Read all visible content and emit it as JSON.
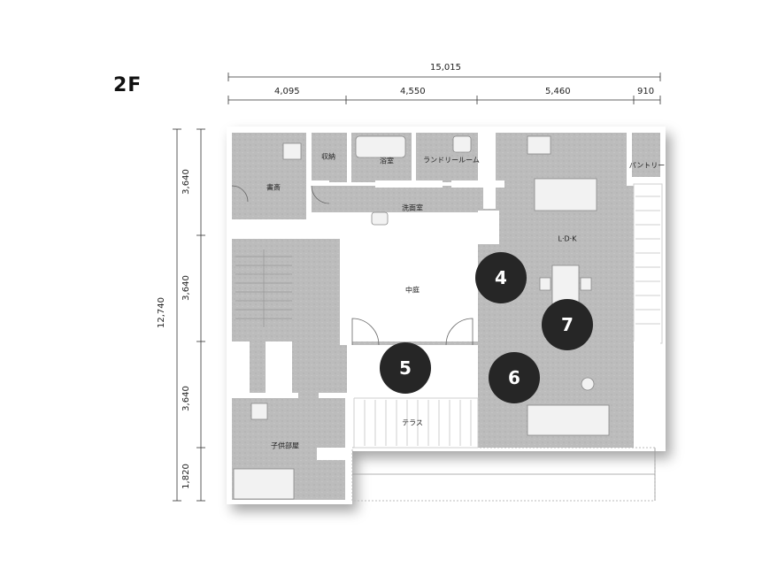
{
  "floor": {
    "label": "2F"
  },
  "dimensions": {
    "top_total": "15,015",
    "top_segments": [
      "4,095",
      "4,550",
      "5,460",
      "910"
    ],
    "left_total": "12,740",
    "left_segments": [
      "3,640",
      "3,640",
      "3,640",
      "1,820"
    ]
  },
  "rooms": {
    "study": "書斎",
    "storage": "収納",
    "bath": "浴室",
    "laundry": "ランドリールーム",
    "pantry": "パントリー",
    "washroom": "洗面室",
    "ldk": "L·D·K",
    "courtyard": "中庭",
    "terrace": "テラス",
    "kids_room": "子供部屋"
  },
  "markers": [
    "4",
    "5",
    "6",
    "7"
  ],
  "colors": {
    "wall": "#ffffff",
    "floor": "#bdbdbd",
    "marker": "#262626"
  }
}
